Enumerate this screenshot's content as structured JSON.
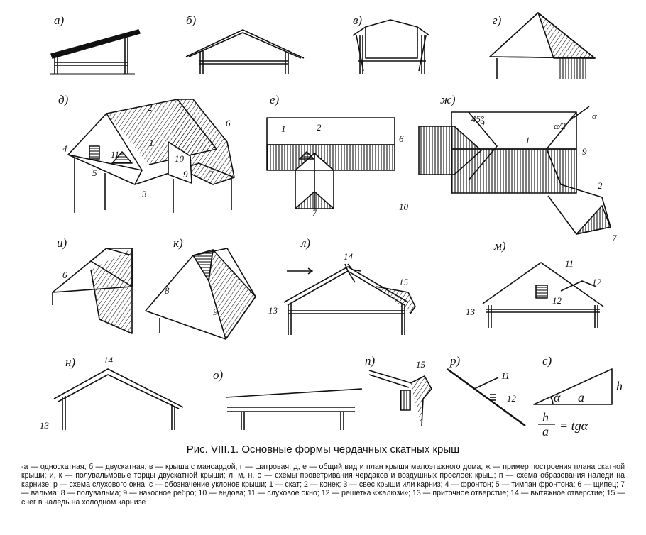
{
  "figure": {
    "title": "Рис. VIII.1. Основные формы чердачных скатных крыш",
    "caption": "-а — односкатная; б — двускатная; в — крыша с мансардой; г — шатровая; д, е — общий вид и план крыши малоэтажного дома; ж — пример построения плана скатной крыши; и, к — полувальмовые торцы двускатной крыши; л, м, н, о — схемы проветривания чердаков и воздушных прослоек крыш; п — схема образования наледи на карнизе; р — схема слухового окна; с — обозначение уклонов крыши; 1 — скат; 2 — конек; 3 — свес крыши или карниз; 4 — фронтон; 5 — тимпан фронтона; 6 — щипец; 7 — вальма; 8 — полувальма; 9 — накосное ребро; 10 — ендова; 11 — слуховое окно; 12 — решетка «жалюзи»; 13 — приточное отверстие; 14 — вытяжное отверстие; 15 — снег в наледь на холодном карнизе",
    "panels": {
      "a": "а)",
      "b": "б)",
      "v": "в)",
      "g": "г)",
      "d": "д)",
      "e": "е)",
      "zh": "ж)",
      "i": "и)",
      "k": "к)",
      "l": "л)",
      "m": "м)",
      "n": "н)",
      "o": "о)",
      "p": "п)",
      "r": "р)",
      "s": "с)"
    },
    "numbers": {
      "n1": "1",
      "n2": "2",
      "n3": "3",
      "n4": "4",
      "n5": "5",
      "n6": "6",
      "n7": "7",
      "n8": "8",
      "n9": "9",
      "n10": "10",
      "n11": "11",
      "n12": "12",
      "n13": "13",
      "n14": "14",
      "n15": "15"
    },
    "angles": {
      "a45": "45°",
      "half": "α/2",
      "alpha": "α"
    },
    "slope": {
      "alpha": "α",
      "a": "a",
      "h": "h",
      "frac_h": "h",
      "frac_a": "a",
      "tg": "= tgα"
    }
  }
}
